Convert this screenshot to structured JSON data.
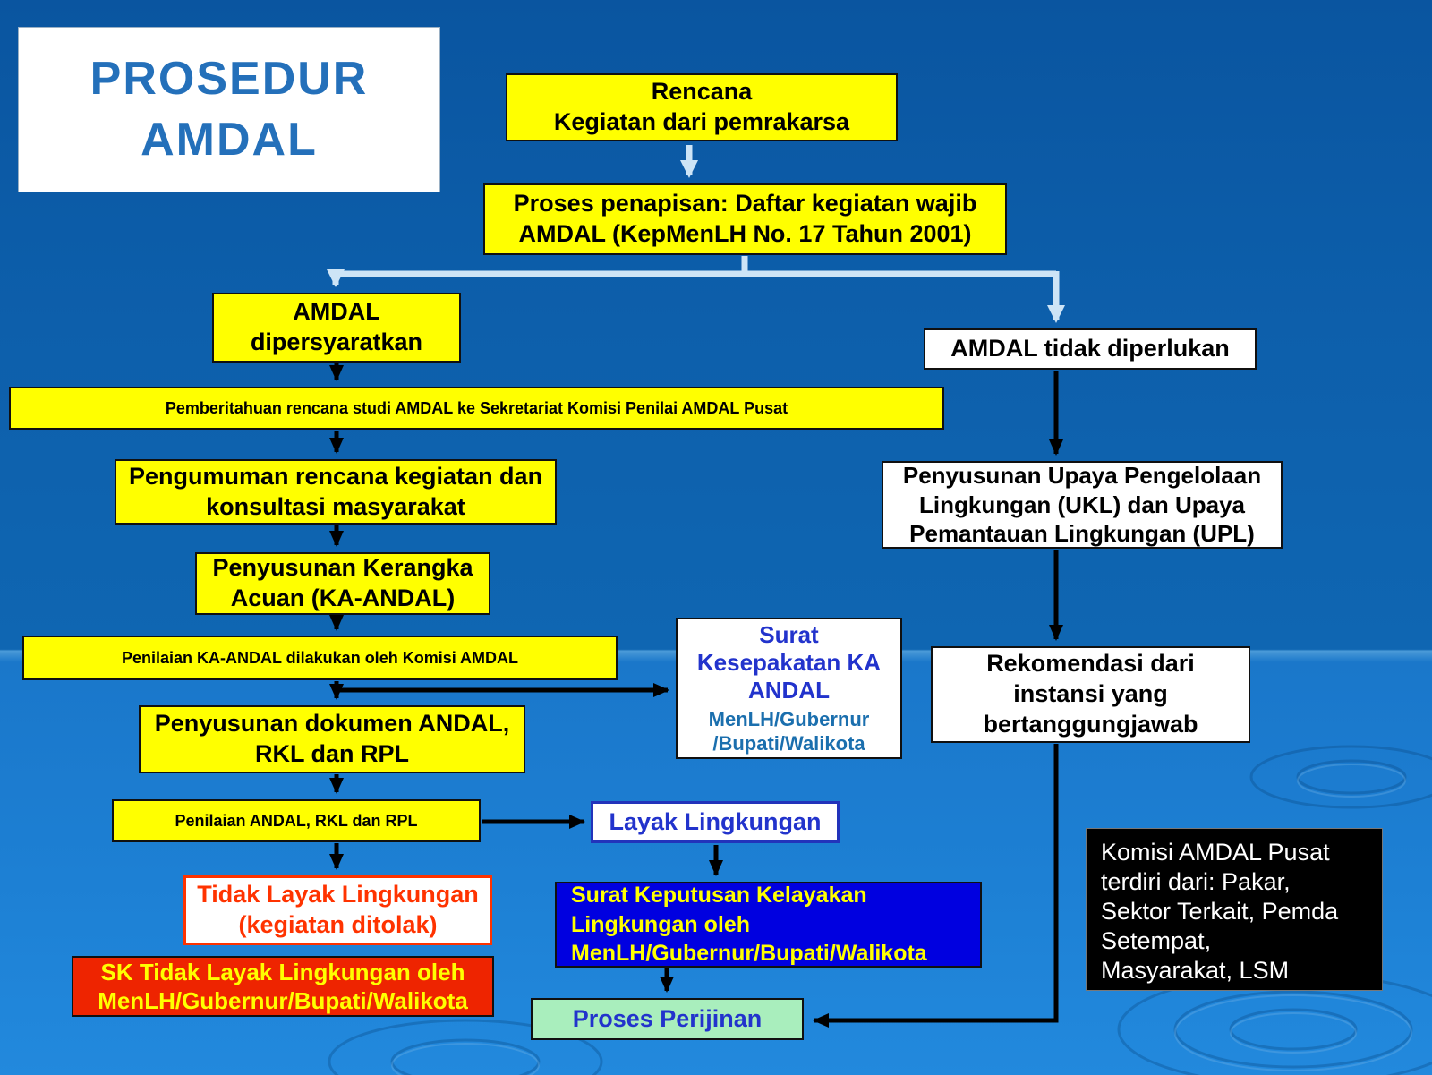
{
  "title": "PROSEDUR\nAMDAL",
  "nodes": {
    "rencana": "Rencana\nKegiatan dari pemrakarsa",
    "penapisan": "Proses penapisan: Daftar kegiatan wajib\nAMDAL (KepMenLH No. 17 Tahun 2001)",
    "amdal_dipersyaratkan": "AMDAL\ndipersyaratkan",
    "amdal_tidak_diperlukan": "AMDAL tidak  diperlukan",
    "pemberitahuan": "Pemberitahuan rencana studi AMDAL ke Sekretariat Komisi Penilai AMDAL Pusat",
    "pengumuman": "Pengumuman rencana kegiatan dan\nkonsultasi masyarakat",
    "kerangka_acuan": "Penyusunan Kerangka\nAcuan (KA-ANDAL)",
    "penilaian_ka": "Penilaian KA-ANDAL dilakukan oleh Komisi AMDAL",
    "surat_kesepakatan_title": "Surat\nKesepakatan KA\nANDAL",
    "surat_kesepakatan_sub": "MenLH/Gubernur\n/Bupati/Walikota",
    "penyusunan_dokumen": "Penyusunan dokumen ANDAL,\nRKL dan RPL",
    "penilaian_andal": "Penilaian ANDAL, RKL dan RPL",
    "layak": "Layak Lingkungan",
    "tidak_layak": "Tidak Layak Lingkungan\n(kegiatan ditolak)",
    "sk_tidak_layak": "SK Tidak Layak Lingkungan oleh\nMenLH/Gubernur/Bupati/Walikota",
    "sk_kelayakan": "Surat Keputusan Kelayakan\nLingkungan oleh\nMenLH/Gubernur/Bupati/Walikota",
    "proses_perijinan": "Proses Perijinan",
    "ukl_upl": "Penyusunan Upaya Pengelolaan\nLingkungan (UKL) dan Upaya\nPemantauan Lingkungan  (UPL)",
    "rekomendasi": "Rekomendasi dari\ninstansi yang\nbertanggungjawab",
    "komisi_note": "Komisi AMDAL Pusat\nterdiri dari: Pakar,\nSektor Terkait, Pemda\nSetempat,\nMasyarakat, LSM"
  },
  "colors": {
    "box_yellow": "#ffff00",
    "box_white": "#ffffff",
    "box_red": "#ee2400",
    "box_blue": "#0000e0",
    "box_green": "#a9eebd",
    "box_black": "#000000",
    "title_blue": "#2470ba",
    "accent_red": "#ff3300",
    "accent_blue": "#2233cc",
    "arrow_black": "#000000",
    "arrow_light": "#cde4f6",
    "background_top": "#0c5ea9",
    "background_bottom": "#2289dd"
  }
}
